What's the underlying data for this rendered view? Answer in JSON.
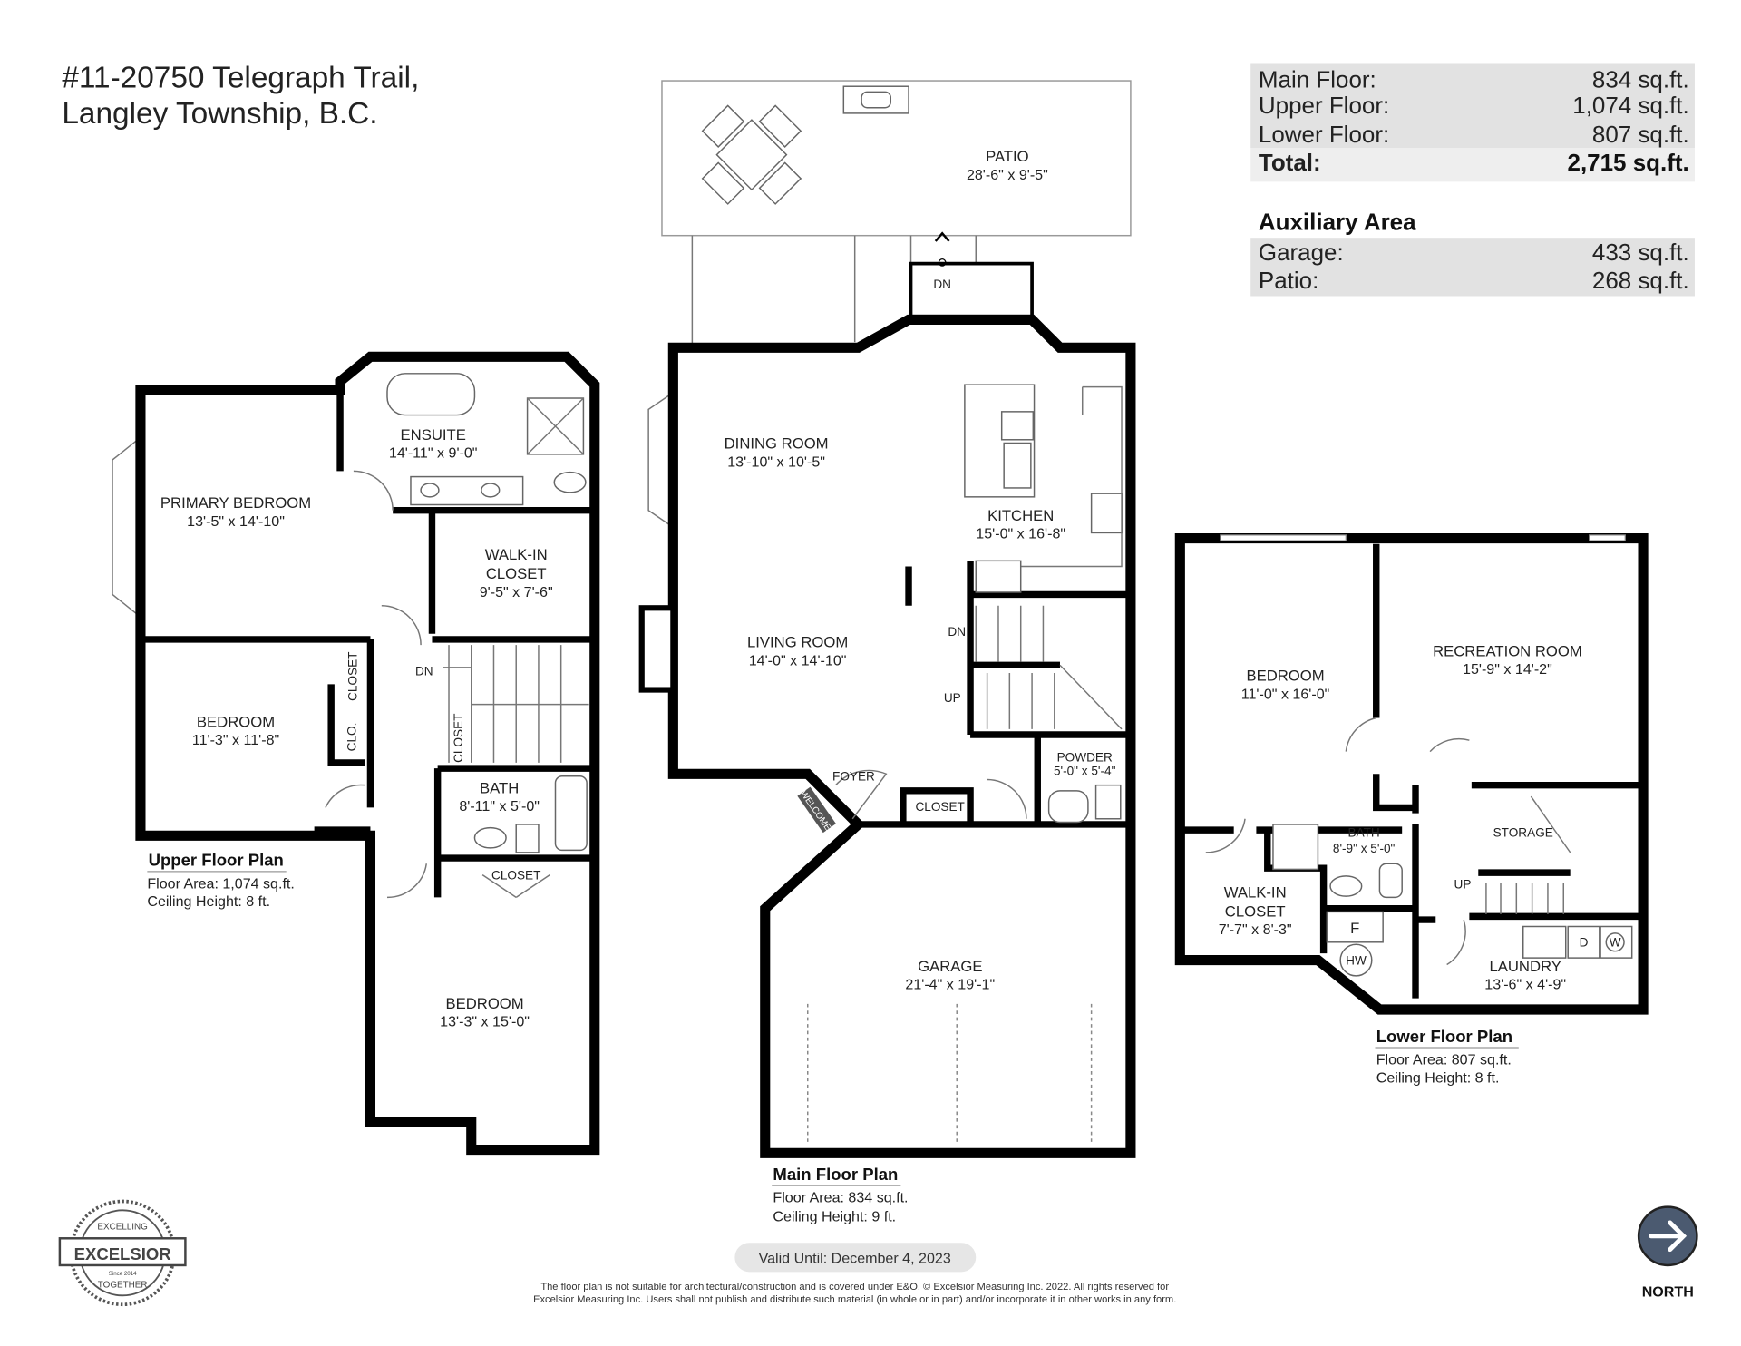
{
  "title": {
    "line1": "#11-20750 Telegraph Trail,",
    "line2": "Langley Township, B.C."
  },
  "areas": {
    "rows": [
      {
        "label": "Main Floor:",
        "value": "834 sq.ft."
      },
      {
        "label": "Upper Floor:",
        "value": "1,074 sq.ft."
      },
      {
        "label": "Lower Floor:",
        "value": "807 sq.ft."
      }
    ],
    "total": {
      "label": "Total:",
      "value": "2,715 sq.ft."
    },
    "auxiliary_heading": "Auxiliary Area",
    "auxiliary": [
      {
        "label": "Garage:",
        "value": "433 sq.ft."
      },
      {
        "label": "Patio:",
        "value": "268 sq.ft."
      }
    ]
  },
  "upper": {
    "heading": "Upper Floor Plan",
    "floor_area": "Floor Area: 1,074 sq.ft.",
    "ceiling": "Ceiling Height: 8 ft.",
    "rooms": [
      {
        "name": "PRIMARY BEDROOM",
        "dim": "13'-5\" x 14'-10\""
      },
      {
        "name": "ENSUITE",
        "dim": "14'-11\" x  9'-0\""
      },
      {
        "name": "WALK-IN",
        "name2": "CLOSET",
        "dim": "9'-5\"  x  7'-6\""
      },
      {
        "name": "BEDROOM",
        "dim": "11'-3\"  x  11'-8\""
      },
      {
        "name": "BATH",
        "dim": "8'-11\"  x  5'-0\""
      },
      {
        "name": "BEDROOM",
        "dim": "13'-3\"  x  15'-0\""
      }
    ],
    "closet": "CLOSET",
    "clo": "CLO.",
    "dn": "DN"
  },
  "main": {
    "heading": "Main Floor Plan",
    "floor_area": "Floor Area: 834 sq.ft.",
    "ceiling": "Ceiling Height: 9 ft.",
    "rooms": [
      {
        "name": "PATIO",
        "dim": "28'-6\"  x  9'-5\""
      },
      {
        "name": "DINING ROOM",
        "dim": "13'-10\" x  10'-5\""
      },
      {
        "name": "KITCHEN",
        "dim": "15'-0\"  x  16'-8\""
      },
      {
        "name": "LIVING ROOM",
        "dim": "14'-0\" x 14'-10\""
      },
      {
        "name": "POWDER",
        "dim": "5'-0\" x  5'-4\""
      },
      {
        "name": "FOYER"
      },
      {
        "name": "CLOSET"
      },
      {
        "name": "GARAGE",
        "dim": "21'-4\"  x  19'-1\""
      }
    ],
    "dn": "DN",
    "up": "UP",
    "welcome": "WELCOME"
  },
  "lower": {
    "heading": "Lower Floor Plan",
    "floor_area": "Floor Area: 807 sq.ft.",
    "ceiling": "Ceiling Height: 8 ft.",
    "rooms": [
      {
        "name": "BEDROOM",
        "dim": "11'-0\"  x  16'-0\""
      },
      {
        "name": "RECREATION ROOM",
        "dim": "15'-9\"  x  14'-2\""
      },
      {
        "name": "BATH",
        "dim": "8'-9\"  x  5'-0\""
      },
      {
        "name": "STORAGE"
      },
      {
        "name": "WALK-IN",
        "name2": "CLOSET",
        "dim": "7'-7\"  x  8'-3\""
      },
      {
        "name": "LAUNDRY",
        "dim": "13'-6\"  x   4'-9\""
      }
    ],
    "up": "UP",
    "f": "F",
    "hw": "HW",
    "d": "D",
    "w": "W"
  },
  "footer": {
    "valid_until": "Valid Until: December 4, 2023",
    "disclaimer1": "The floor plan is not suitable for architectural/construction and is covered under E&O. © Excelsior Measuring Inc. 2022. All rights reserved for",
    "disclaimer2": "Excelsior Measuring Inc. Users shall not publish and distribute such material (in whole or in part) and/or incorporate it in other works in any form."
  },
  "logo": {
    "top": "EXCELLING",
    "main": "EXCELSIOR",
    "since": "Since 2014",
    "bottom": "TOGETHER"
  },
  "north": {
    "label": "NORTH",
    "color": "#4b5a70"
  }
}
